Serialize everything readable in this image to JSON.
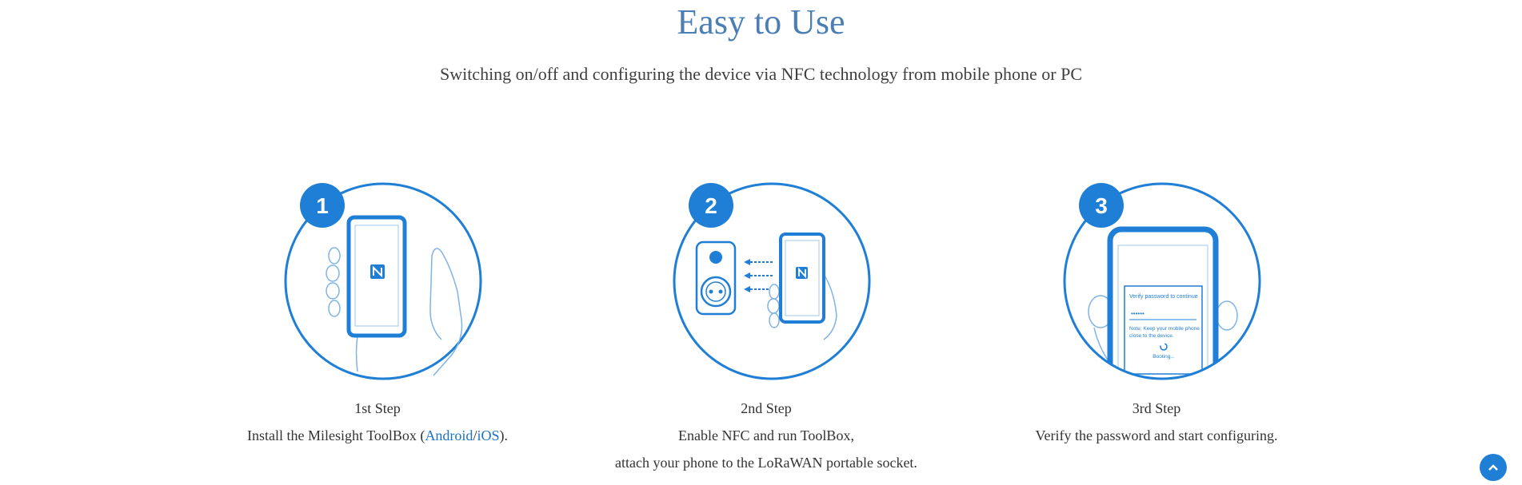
{
  "section": {
    "title": "Easy to Use",
    "subtitle": "Switching on/off and configuring the device via NFC technology from mobile phone or PC"
  },
  "steps": [
    {
      "number": "1",
      "title": "1st Step",
      "desc_before": "Install the Milesight ToolBox (",
      "link_android": "Android",
      "separator": "/",
      "link_ios": "iOS",
      "desc_after": ")."
    },
    {
      "number": "2",
      "title": "2nd Step",
      "desc_line1": "Enable NFC and run ToolBox,",
      "desc_line2": "attach your phone to the LoRaWAN portable socket."
    },
    {
      "number": "3",
      "title": "3rd Step",
      "desc_line1": "Verify the password and start configuring.",
      "screen_prompt": "Verify password to continue",
      "screen_password": "••••••",
      "screen_note_line1": "Note: Keep your mobile phone",
      "screen_note_line2": "close to the device.",
      "screen_status": "Booting..."
    }
  ],
  "colors": {
    "accent": "#1f7fd6",
    "title": "#4a7eb5",
    "link": "#1a72c4"
  },
  "icons": {
    "nfc": "nfc-icon",
    "scroll_top": "chevron-up-icon"
  }
}
